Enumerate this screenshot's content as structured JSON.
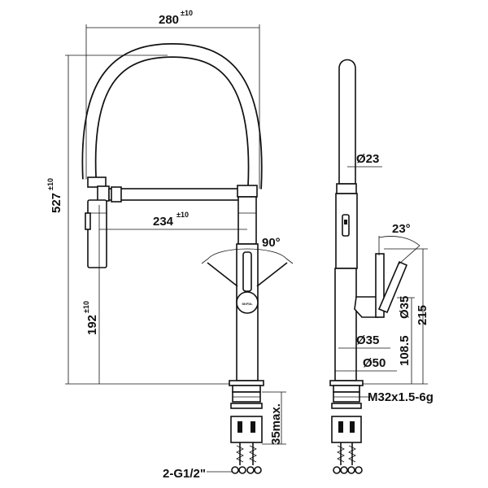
{
  "drawing": {
    "front": {
      "width_value": "280",
      "width_tol": "±10",
      "height_value": "527",
      "height_tol": "±10",
      "reach_value": "234",
      "reach_tol": "±10",
      "spout_height_value": "192",
      "spout_height_tol": "±10",
      "lever_angle": "90°",
      "fixing_max": "35max.",
      "hoses": "2-G1/2\""
    },
    "side": {
      "spout_dia": "Ø23",
      "lever_angle": "23°",
      "handle_dia": "Ø35",
      "body_dia": "Ø35",
      "base_dia": "Ø50",
      "lever_height": "215",
      "body_height": "108.5",
      "thread": "M32x1.5-6g"
    },
    "brand_mark": "SKFDL"
  }
}
